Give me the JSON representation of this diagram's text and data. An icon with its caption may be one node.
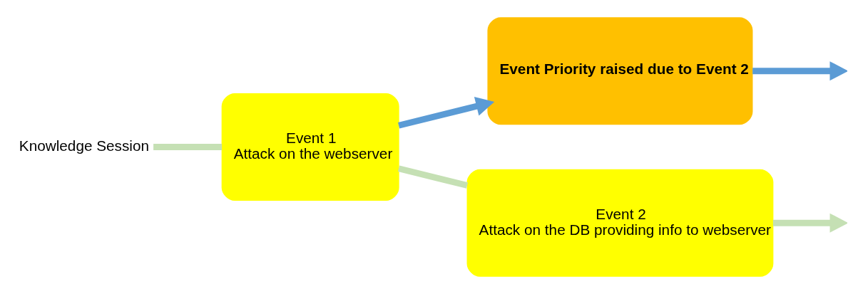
{
  "diagram": {
    "nodes": [
      {
        "text": [
          "Event Priority raised due to Event 2"
        ]
      },
      {
        "text": [
          "Event 1",
          "Attack on the webserver"
        ]
      },
      {
        "text": [
          "Event 2",
          "Attack on the DB providing info to webserver"
        ]
      },
      {
        "text": [
          "Knowledge Session"
        ]
      }
    ],
    "edges": [
      {
        "from": 3,
        "to": 1,
        "arrow": "none",
        "color": "#c5e0b4"
      },
      {
        "from": 1,
        "to": 2,
        "arrow": "none",
        "color": "#c5e0b4"
      },
      {
        "from": 2,
        "to": null,
        "arrow": "to",
        "color": "#c5e0b4"
      },
      {
        "from": 1,
        "to": 0,
        "arrow": "to",
        "color": "#5b9bd5"
      },
      {
        "from": 0,
        "to": null,
        "arrow": "to",
        "color": "#5b9bd5"
      }
    ]
  }
}
